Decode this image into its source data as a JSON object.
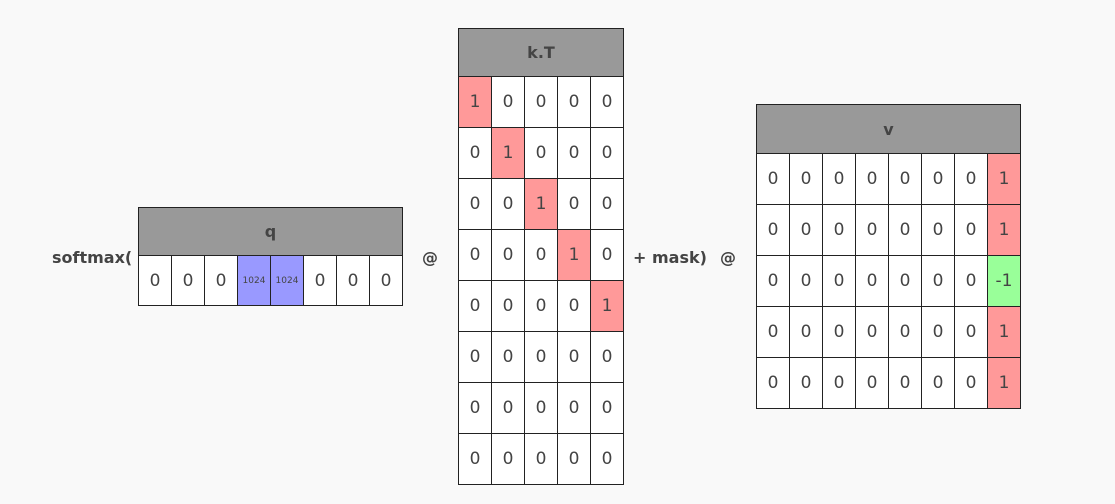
{
  "labels": {
    "softmax": "softmax(",
    "at1": "@",
    "plus_mask": "+ mask)",
    "at2": "@"
  },
  "colors": {
    "header": "#999999",
    "highlight_red": "#ff9999",
    "highlight_green": "#99ff99",
    "highlight_blue": "#9999ff"
  },
  "matrices": {
    "q": {
      "title": "q",
      "rows": [
        [
          "0",
          "0",
          "0",
          "1024",
          "1024",
          "0",
          "0",
          "0"
        ]
      ],
      "highlights": {
        "0,3": "blue",
        "0,4": "blue"
      }
    },
    "kT": {
      "title": "k.T",
      "rows": [
        [
          "1",
          "0",
          "0",
          "0",
          "0"
        ],
        [
          "0",
          "1",
          "0",
          "0",
          "0"
        ],
        [
          "0",
          "0",
          "1",
          "0",
          "0"
        ],
        [
          "0",
          "0",
          "0",
          "1",
          "0"
        ],
        [
          "0",
          "0",
          "0",
          "0",
          "1"
        ],
        [
          "0",
          "0",
          "0",
          "0",
          "0"
        ],
        [
          "0",
          "0",
          "0",
          "0",
          "0"
        ],
        [
          "0",
          "0",
          "0",
          "0",
          "0"
        ]
      ],
      "highlights": {
        "0,0": "red",
        "1,1": "red",
        "2,2": "red",
        "3,3": "red",
        "4,4": "red"
      }
    },
    "v": {
      "title": "v",
      "rows": [
        [
          "0",
          "0",
          "0",
          "0",
          "0",
          "0",
          "0",
          "1"
        ],
        [
          "0",
          "0",
          "0",
          "0",
          "0",
          "0",
          "0",
          "1"
        ],
        [
          "0",
          "0",
          "0",
          "0",
          "0",
          "0",
          "0",
          "-1"
        ],
        [
          "0",
          "0",
          "0",
          "0",
          "0",
          "0",
          "0",
          "1"
        ],
        [
          "0",
          "0",
          "0",
          "0",
          "0",
          "0",
          "0",
          "1"
        ]
      ],
      "highlights": {
        "0,7": "red",
        "1,7": "red",
        "2,7": "green",
        "3,7": "red",
        "4,7": "red"
      }
    }
  }
}
